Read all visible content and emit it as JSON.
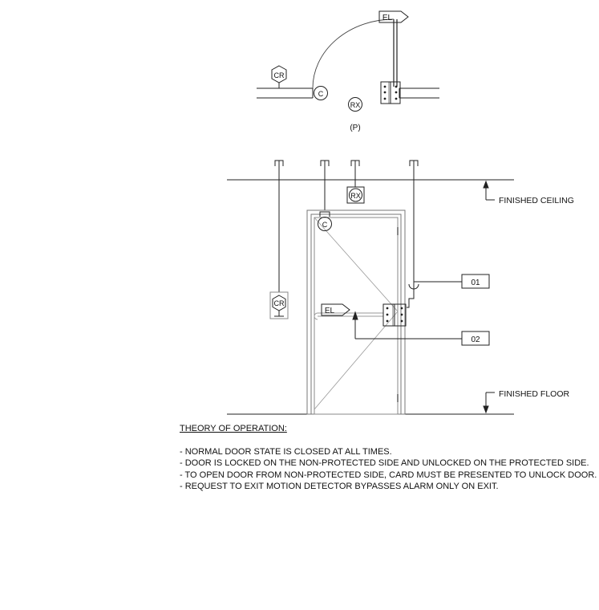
{
  "plan": {
    "cr_tag": "CR",
    "c_tag": "C",
    "rx_tag": "RX",
    "el_tag": "EL",
    "protected_label": "(P)"
  },
  "elevation": {
    "rx_tag": "RX",
    "c_tag": "C",
    "cr_tag": "CR",
    "el_tag": "EL",
    "finished_ceiling": "FINISHED CEILING",
    "finished_floor": "FINISHED FLOOR",
    "callout_1": "01",
    "callout_2": "02"
  },
  "notes": {
    "heading": "THEORY OF OPERATION:",
    "lines": [
      "- NORMAL DOOR STATE IS CLOSED AT ALL TIMES.",
      "- DOOR IS LOCKED ON THE NON-PROTECTED SIDE AND UNLOCKED ON THE PROTECTED SIDE.",
      "- TO OPEN DOOR FROM NON-PROTECTED SIDE, CARD MUST BE PRESENTED TO UNLOCK DOOR.",
      "- REQUEST TO EXIT MOTION DETECTOR BYPASSES ALARM ONLY ON EXIT."
    ]
  }
}
